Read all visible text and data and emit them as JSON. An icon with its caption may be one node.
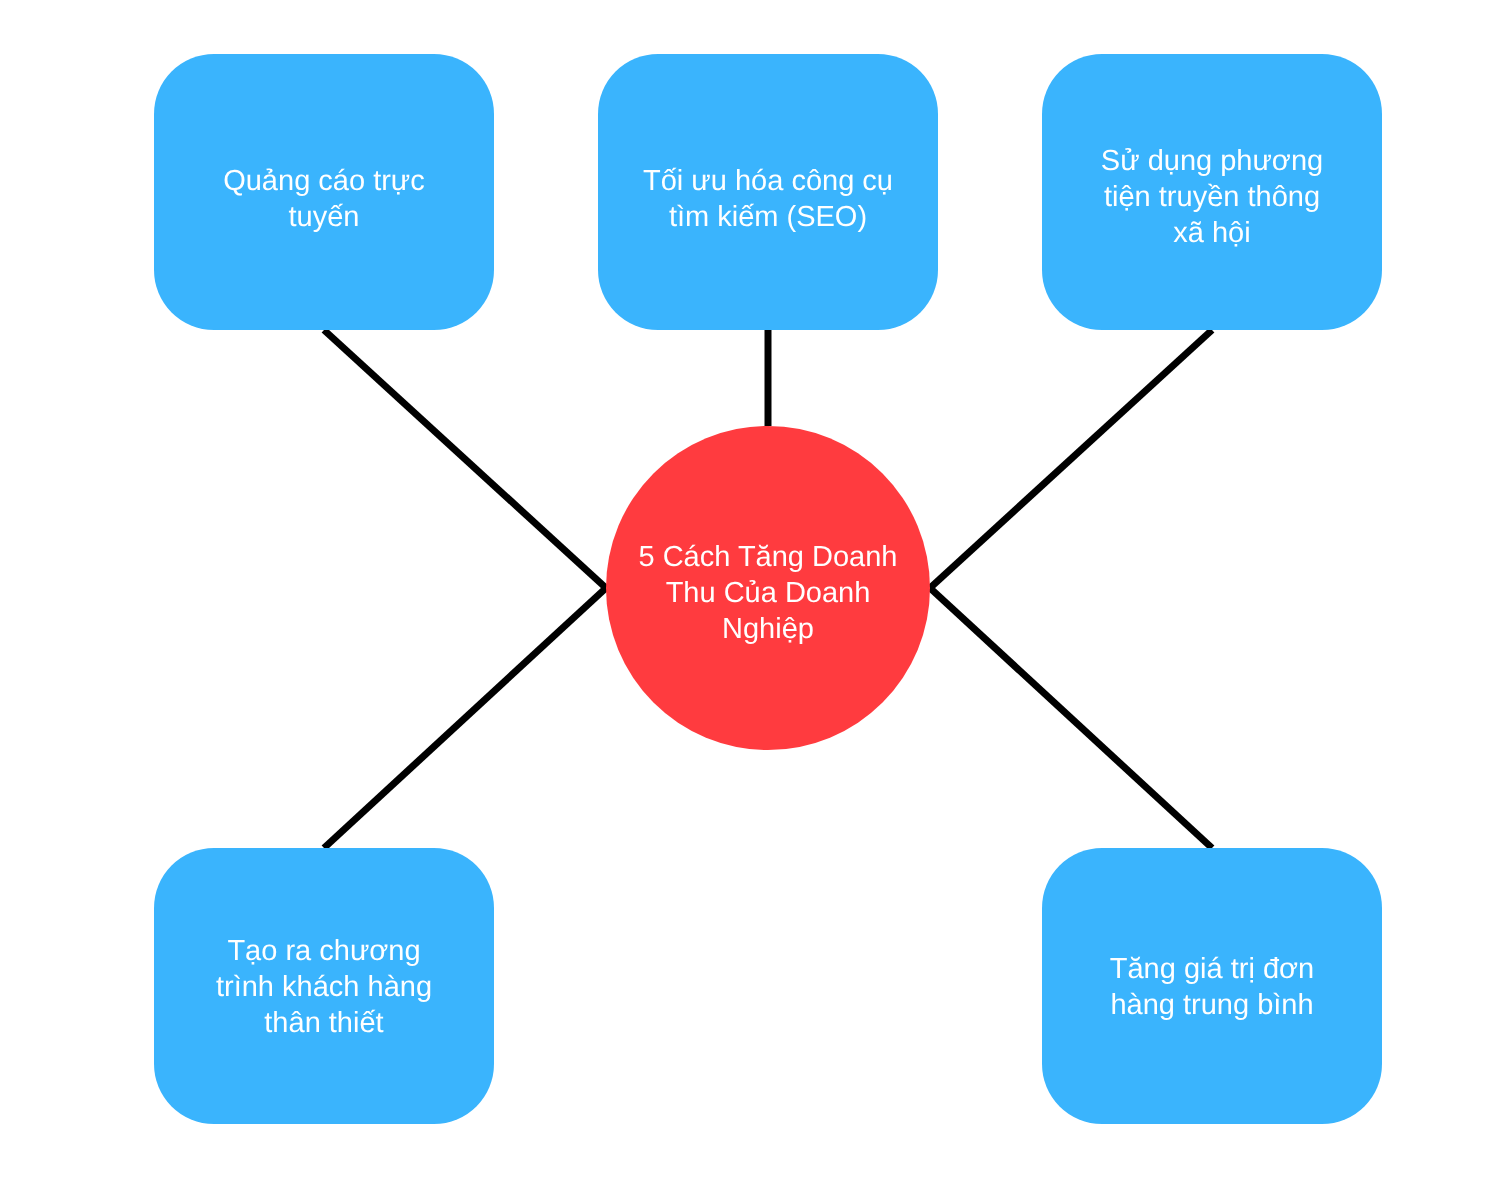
{
  "diagram": {
    "nodes": [
      {
        "text": [
          "Quảng cáo trực tuyến"
        ]
      },
      {
        "text": [
          "Tối ưu hóa công cụ tìm kiếm (SEO)"
        ]
      },
      {
        "text": [
          "Sử dụng phương tiện truyền thông xã hội"
        ]
      },
      {
        "text": [
          "5 Cách Tăng Doanh Thu Của Doanh Nghiệp"
        ]
      },
      {
        "text": [
          "Tạo ra chương trình khách hàng thân thiết"
        ]
      },
      {
        "text": [
          "Tăng giá trị đơn hàng trung bình"
        ]
      }
    ],
    "edges": [
      {
        "from": 3,
        "to": 0,
        "arrow": "none"
      },
      {
        "from": 3,
        "to": 1,
        "arrow": "none"
      },
      {
        "from": 3,
        "to": 2,
        "arrow": "none"
      },
      {
        "from": 3,
        "to": 4,
        "arrow": "none"
      },
      {
        "from": 3,
        "to": 5,
        "arrow": "none"
      }
    ]
  }
}
